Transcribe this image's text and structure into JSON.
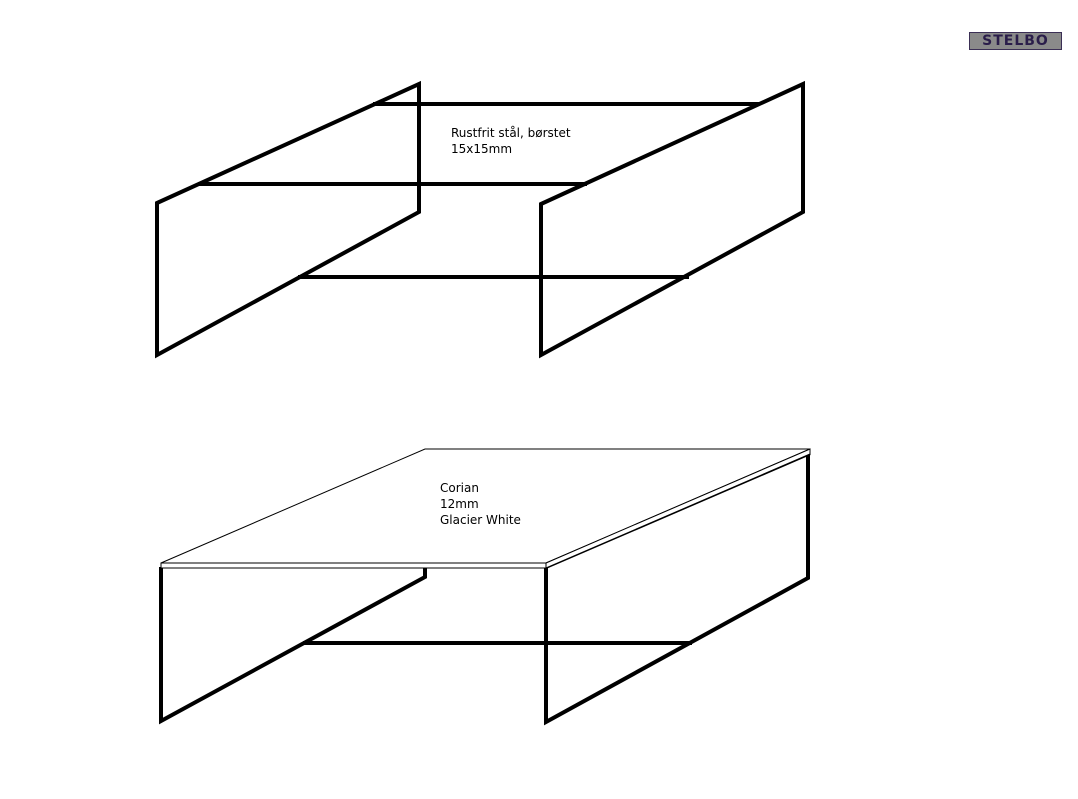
{
  "logo": {
    "text": "STELBO"
  },
  "frame": {
    "label_lines": [
      "Rustfrit stål, børstet",
      "15x15mm"
    ]
  },
  "table": {
    "label_lines": [
      "Corian",
      "12mm",
      "Glacier White"
    ]
  },
  "colors": {
    "line": "#000000",
    "background": "#ffffff",
    "logo_bg": "#8a8a8a"
  }
}
